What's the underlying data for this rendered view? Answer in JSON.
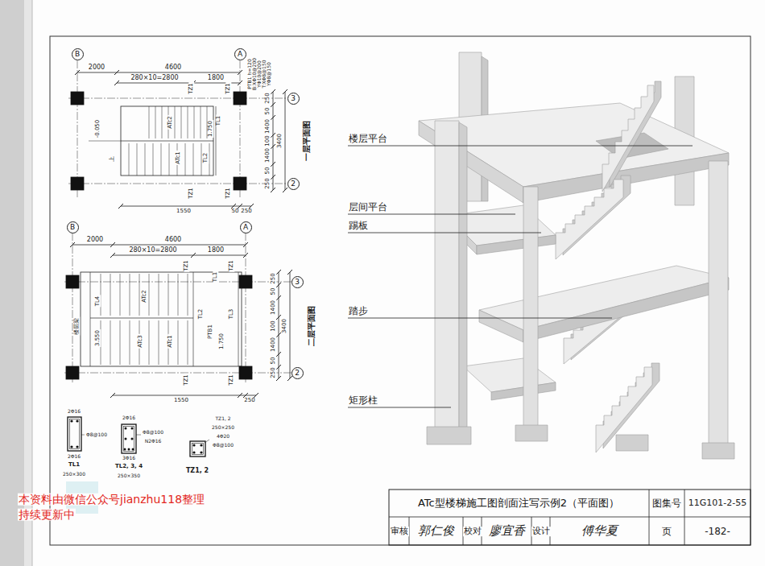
{
  "diagram": {
    "title": "ATc型楼梯施工图剖面注写示例2（平面图）",
    "nodes": [
      {
        "text": [
          "B"
        ]
      },
      {
        "text": [
          "A"
        ]
      },
      {
        "text": [
          "3"
        ]
      },
      {
        "text": [
          "2"
        ]
      },
      {
        "text": [
          "B"
        ]
      },
      {
        "text": [
          "A"
        ]
      },
      {
        "text": [
          "3"
        ]
      },
      {
        "text": [
          "2"
        ]
      }
    ],
    "labels": [
      "2000",
      "4600",
      "280×10=2800",
      "1800",
      "PTB1 h=120",
      "B:XΦ10@200",
      "YΦ10@200",
      "T:XΦ8@150",
      "YΦ8@150",
      "TZ1",
      "TZ1",
      "TL1",
      "ATc2",
      "1.750",
      "TL2",
      "ATc1",
      "-0.050",
      "上",
      "TZ1",
      "TZ1",
      "250",
      "50",
      "1400",
      "100",
      "1400",
      "50",
      "250",
      "3400",
      "1550",
      "50",
      "250",
      "一层平面图",
      "2000",
      "4600",
      "280×10=2800",
      "1800",
      "TZ1",
      "TZ1",
      "TL1",
      "ATc2",
      "TL4",
      "楼层梁",
      "3.550",
      "ATc3",
      "ATc1",
      "TL2",
      "PTB1",
      "1.750",
      "TL3",
      "TZ1",
      "TZ1",
      "250",
      "50",
      "1400",
      "100",
      "1400",
      "50",
      "250",
      "3400",
      "1550",
      "250",
      "二层平面图",
      "2Φ16",
      "Φ8@100",
      "2Φ16",
      "TL1",
      "250×300",
      "2Φ16",
      "Φ8@100",
      "N2Φ16",
      "3Φ16",
      "TL2, 3, 4",
      "250×350",
      "TZ1, 2",
      "250×250",
      "4Φ20",
      "Φ8@100",
      "TZ1, 2",
      "楼层平台",
      "层间平台",
      "踢板",
      "踏步",
      "矩形柱",
      "图集号",
      "11G101-2-55",
      "审核",
      "郭仁俊",
      "校对",
      "廖宜香",
      "设计",
      "傅华夏",
      "页",
      "-182-",
      "本资料由微信公众号jianzhu118整理",
      "持续更新中"
    ]
  }
}
